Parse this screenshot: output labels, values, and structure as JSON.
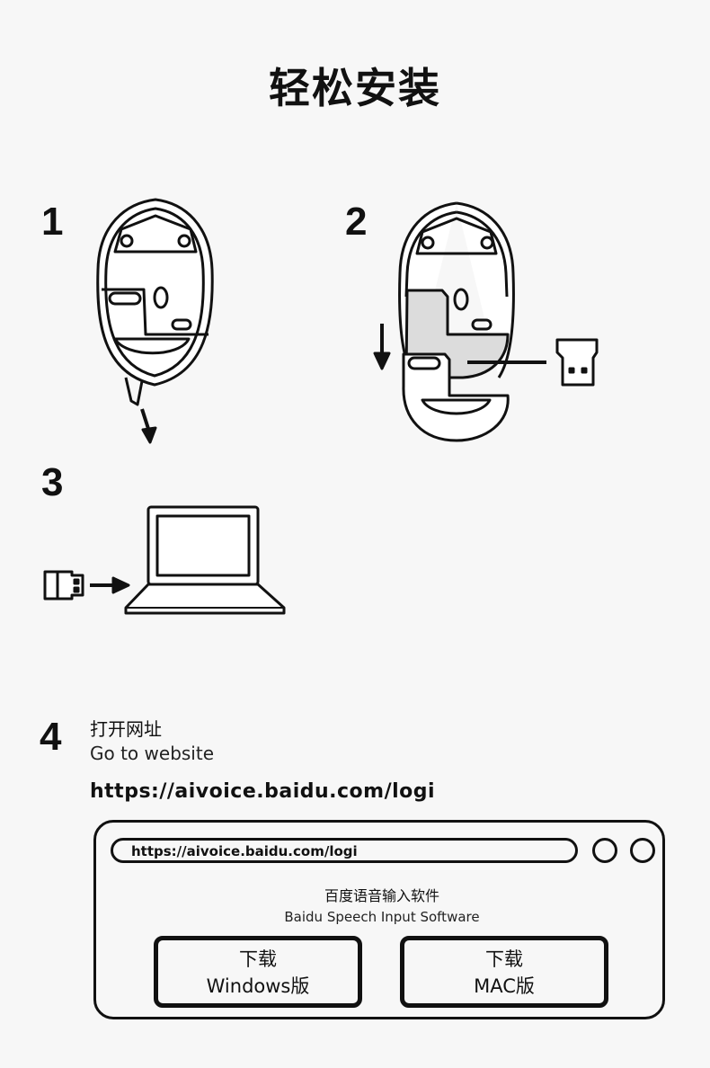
{
  "title": "轻松安装",
  "steps": {
    "s1": "1",
    "s2": "2",
    "s3": "3",
    "s4": "4"
  },
  "step4": {
    "cn": "打开网址",
    "en": "Go to website",
    "url": "https://aivoice.baidu.com/logi"
  },
  "browser": {
    "address": "https://aivoice.baidu.com/logi",
    "software_cn": "百度语音输入软件",
    "software_en": "Baidu Speech Input Software",
    "windows_button": {
      "line1": "下载",
      "line2": "Windows版"
    },
    "mac_button": {
      "line1": "下载",
      "line2": "MAC版"
    }
  },
  "colors": {
    "background": "#f7f7f7",
    "ink": "#111111",
    "highlight": "#dcdcdc"
  }
}
